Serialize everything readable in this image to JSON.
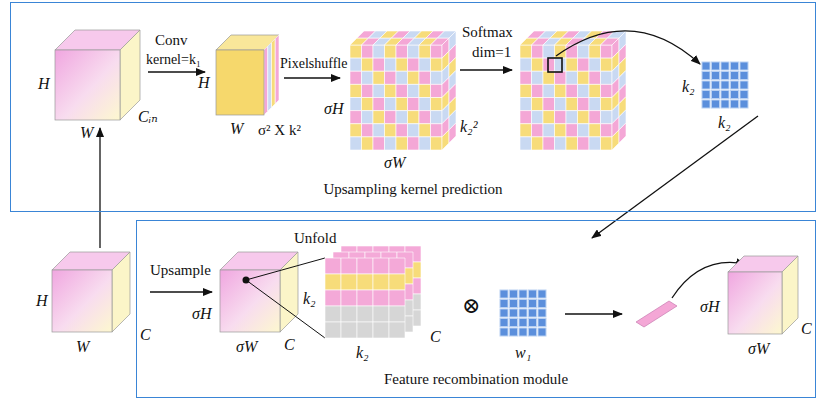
{
  "diagram": {
    "nodes": [
      {
        "text": [
          "Upsampling kernel prediction"
        ]
      },
      {
        "text": [
          "Feature recombination module"
        ]
      }
    ],
    "labels": [
      "Conv",
      "kernel=k₁",
      "H",
      "W",
      "Cᵢₙ",
      "H",
      "W",
      "σ² X k²",
      "Pixelshuffle",
      "σH",
      "σW",
      "k₂²",
      "Softmax",
      "dim=1",
      "k₂",
      "k₂",
      "H",
      "W",
      "C",
      "Upsample",
      "σH",
      "σW",
      "C",
      "Unfold",
      "k₂",
      "k₂",
      "C",
      "⊗",
      "w₁",
      "σH",
      "σW",
      "C"
    ]
  }
}
